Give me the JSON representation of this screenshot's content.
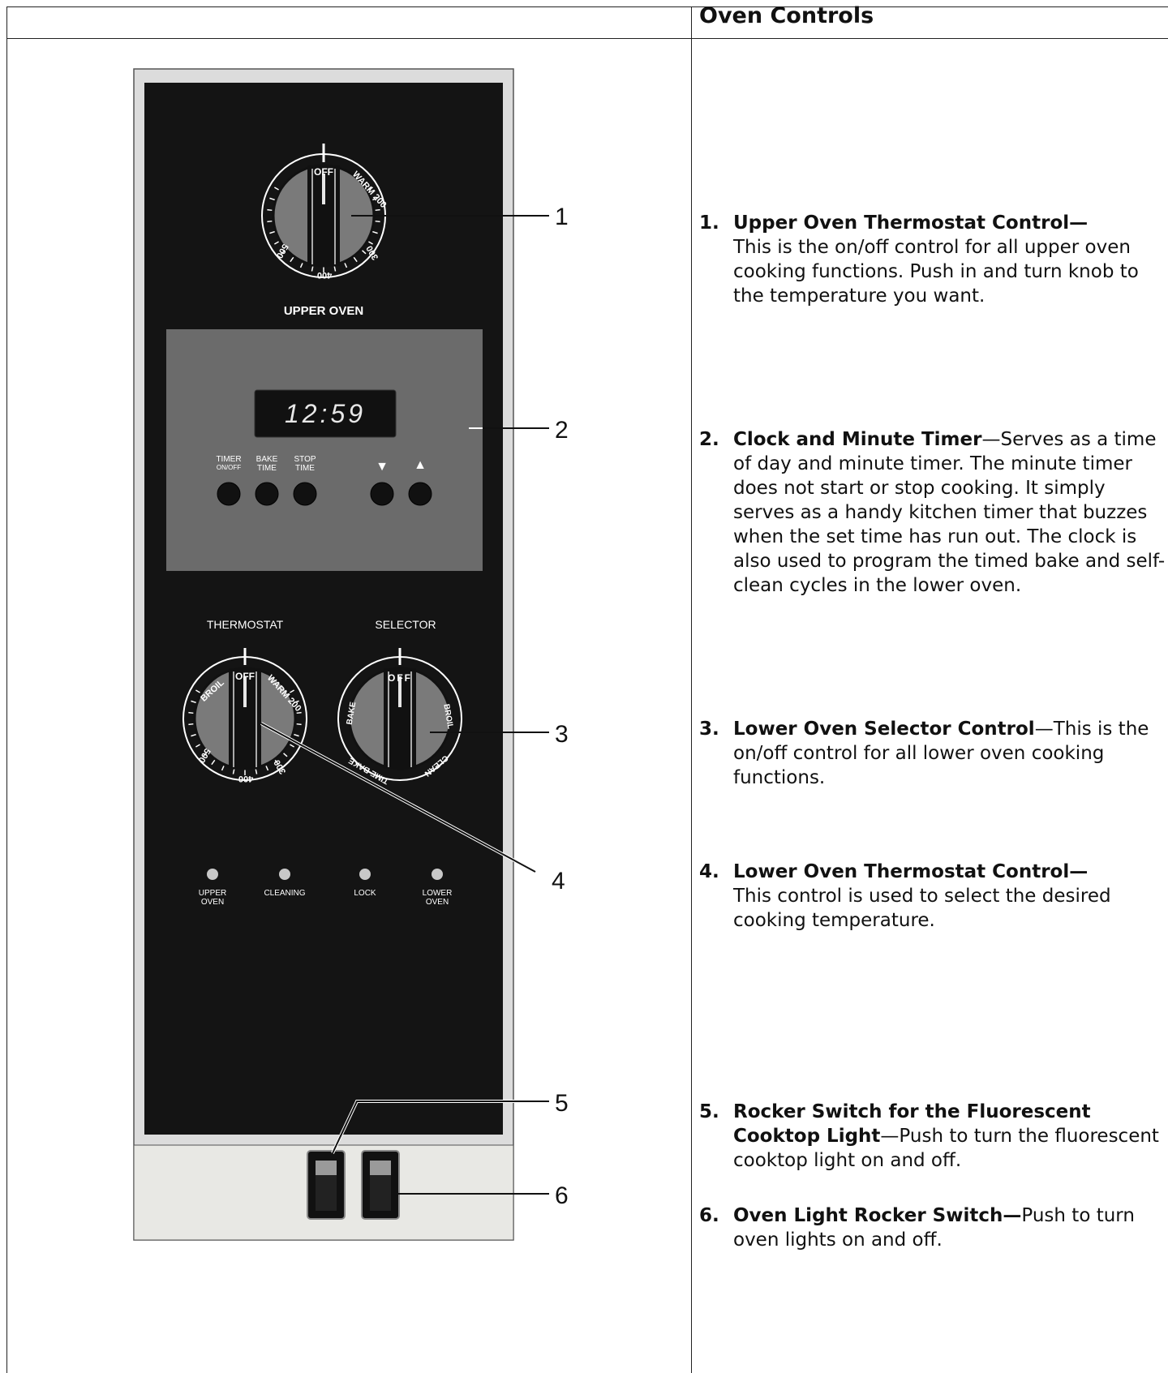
{
  "title": "Oven Controls",
  "panel": {
    "upper_oven_label": "UPPER OVEN",
    "clock_display": "12:59",
    "buttons": [
      {
        "line1": "TIMER",
        "line2": "ON/OFF"
      },
      {
        "line1": "BAKE",
        "line2": "TIME"
      },
      {
        "line1": "STOP",
        "line2": "TIME"
      }
    ],
    "arrow_down": "▼",
    "arrow_up": "▲",
    "thermostat_label": "THERMOSTAT",
    "selector_label": "SELECTOR",
    "upper_knob": {
      "off": "OFF",
      "warm": "WARM 200",
      "t300": "300",
      "t400": "400",
      "t500": "500"
    },
    "lower_thermo_knob": {
      "off": "OFF",
      "broil": "BROIL",
      "warm": "WARM 200",
      "t300": "300",
      "t400": "400",
      "t500": "500"
    },
    "selector_knob": {
      "off": "OFF",
      "bake": "BAKE",
      "broil": "BROIL",
      "time_bake": "TIME BAKE",
      "clean": "CLEAN"
    },
    "indicators": [
      {
        "line1": "UPPER",
        "line2": "OVEN"
      },
      {
        "line1": "CLEANING",
        "line2": ""
      },
      {
        "line1": "LOCK",
        "line2": ""
      },
      {
        "line1": "LOWER",
        "line2": "OVEN"
      }
    ],
    "callouts": [
      "1",
      "2",
      "3",
      "4",
      "5",
      "6"
    ]
  },
  "items": [
    {
      "num": "1.",
      "heading": "Upper Oven Thermostat Control—",
      "text": "This is the on/off control for all upper oven cooking functions. Push in and turn knob to the temperature you want."
    },
    {
      "num": "2.",
      "heading": "Clock and Minute Timer",
      "text": "—Serves as a time of day and minute timer. The minute timer does not start or stop cooking. It simply serves as a handy kitchen timer that buzzes when the set time has run out. The clock is also used to program the timed bake and self-clean cycles in the lower oven."
    },
    {
      "num": "3.",
      "heading": "Lower Oven Selector Control",
      "text": "—This is the on/off control for all lower oven cooking functions."
    },
    {
      "num": "4.",
      "heading": "Lower Oven Thermostat Control—",
      "text": "This control is used to select the desired cooking temperature."
    },
    {
      "num": "5.",
      "heading": "Rocker Switch for the Fluorescent Cooktop Light",
      "text": "—Push to turn the fluorescent cooktop light on and off."
    },
    {
      "num": "6.",
      "heading": "Oven Light Rocker Switch—",
      "text": "Push to turn oven lights on and off."
    }
  ]
}
